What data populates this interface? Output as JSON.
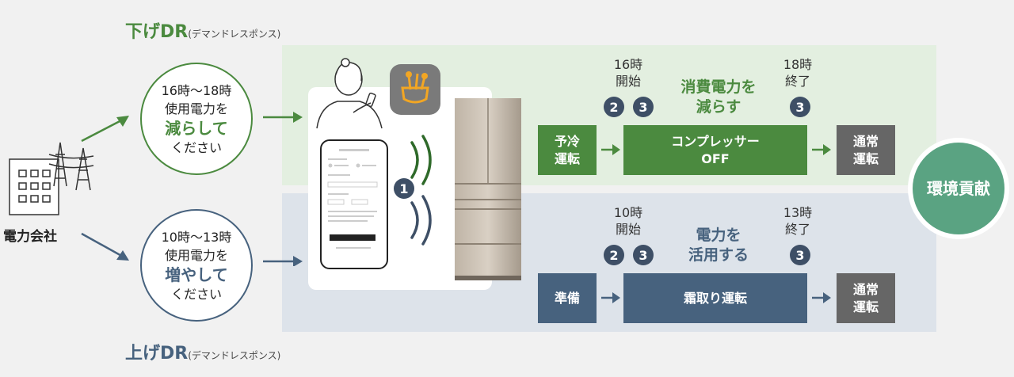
{
  "down_dr": {
    "title": "下げDR",
    "subtitle": "(デマンドレスポンス)",
    "circle": {
      "line1": "16時〜18時",
      "line2": "使用電力を",
      "emphasis": "減らして",
      "line4": "ください"
    },
    "step1": "予冷\n運転",
    "main_box": "コンプレッサー\nOFF",
    "end_box": "通常\n運転",
    "start_time": "16時\n開始",
    "end_time": "18時\n終了",
    "mid_text": "消費電力を\n減らす",
    "color": "#4b8a3f"
  },
  "up_dr": {
    "title": "上げDR",
    "subtitle": "(デマンドレスポンス)",
    "circle": {
      "line1": "10時〜13時",
      "line2": "使用電力を",
      "emphasis": "増やして",
      "line4": "ください"
    },
    "step1": "準備",
    "main_box": "霜取り運転",
    "end_box": "通常\n運転",
    "start_time": "10時\n開始",
    "end_time": "13時\n終了",
    "mid_text": "電力を\n活用する",
    "color": "#47627e"
  },
  "company_label": "電力会社",
  "env_label": "環境貢献",
  "badges": {
    "one": "1",
    "two": "2",
    "three": "3"
  }
}
